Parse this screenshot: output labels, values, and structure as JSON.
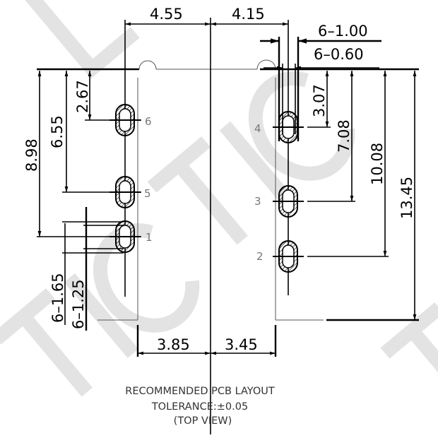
{
  "watermark": {
    "text": "LTIC",
    "color": "#e3e3e3"
  },
  "dimensions": {
    "top_left_width": "4.55",
    "top_right_width": "4.15",
    "pad_width": "6–1.00",
    "hole_width": "6–0.60",
    "left_2_67": "2.67",
    "left_6_55": "6.55",
    "left_8_98": "8.98",
    "pad_length": "6–1.65",
    "hole_length": "6–1.25",
    "right_3_07": "3.07",
    "right_7_08": "7.08",
    "right_10_08": "10.08",
    "right_13_45": "13.45",
    "bottom_left": "3.85",
    "bottom_right": "3.45"
  },
  "pins": [
    "6",
    "5",
    "1",
    "4",
    "3",
    "2"
  ],
  "caption": {
    "line1": "RECOMMENDED PCB LAYOUT",
    "line2": "TOLERANCE:±0.05",
    "line3": "(TOP VIEW)"
  }
}
